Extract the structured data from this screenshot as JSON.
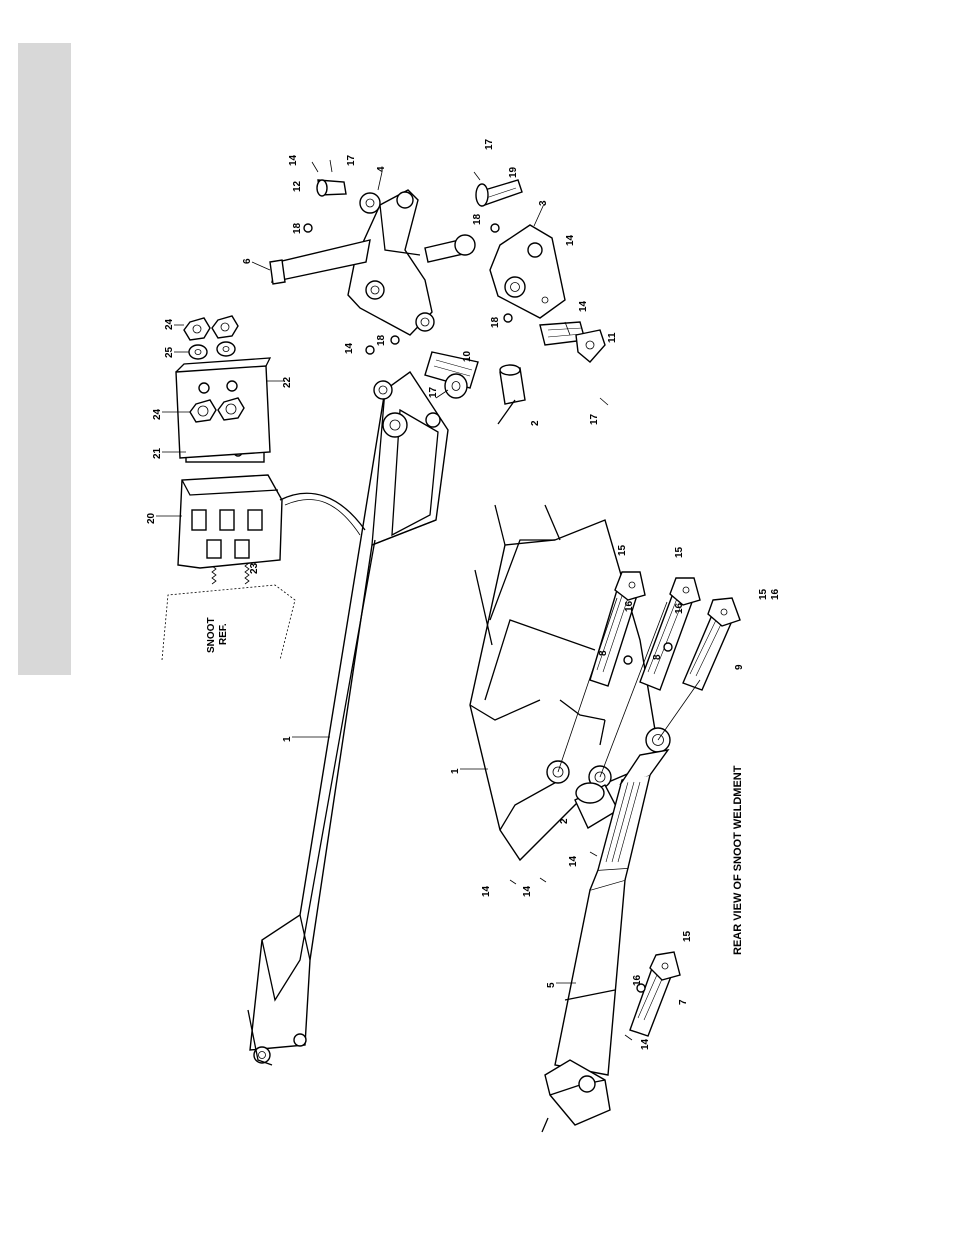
{
  "caption": "REAR VIEW OF SNOOT WELDMENT",
  "snoot_ref": [
    "SNOOT",
    "REF."
  ],
  "labels": {
    "n1": "1",
    "n2": "2",
    "n3": "3",
    "n4": "4",
    "n5": "5",
    "n6": "6",
    "n7": "7",
    "n8": "8",
    "n9": "9",
    "n10": "10",
    "n11": "11",
    "n12": "12",
    "n14": "14",
    "n15": "15",
    "n16": "16",
    "n17": "17",
    "n18": "18",
    "n19": "19",
    "n20": "20",
    "n21": "21",
    "n22": "22",
    "n23": "23",
    "n24": "24",
    "n25": "25"
  },
  "colors": {
    "side_tab": "#d8d8d8",
    "ink": "#000000",
    "paper": "#ffffff"
  }
}
